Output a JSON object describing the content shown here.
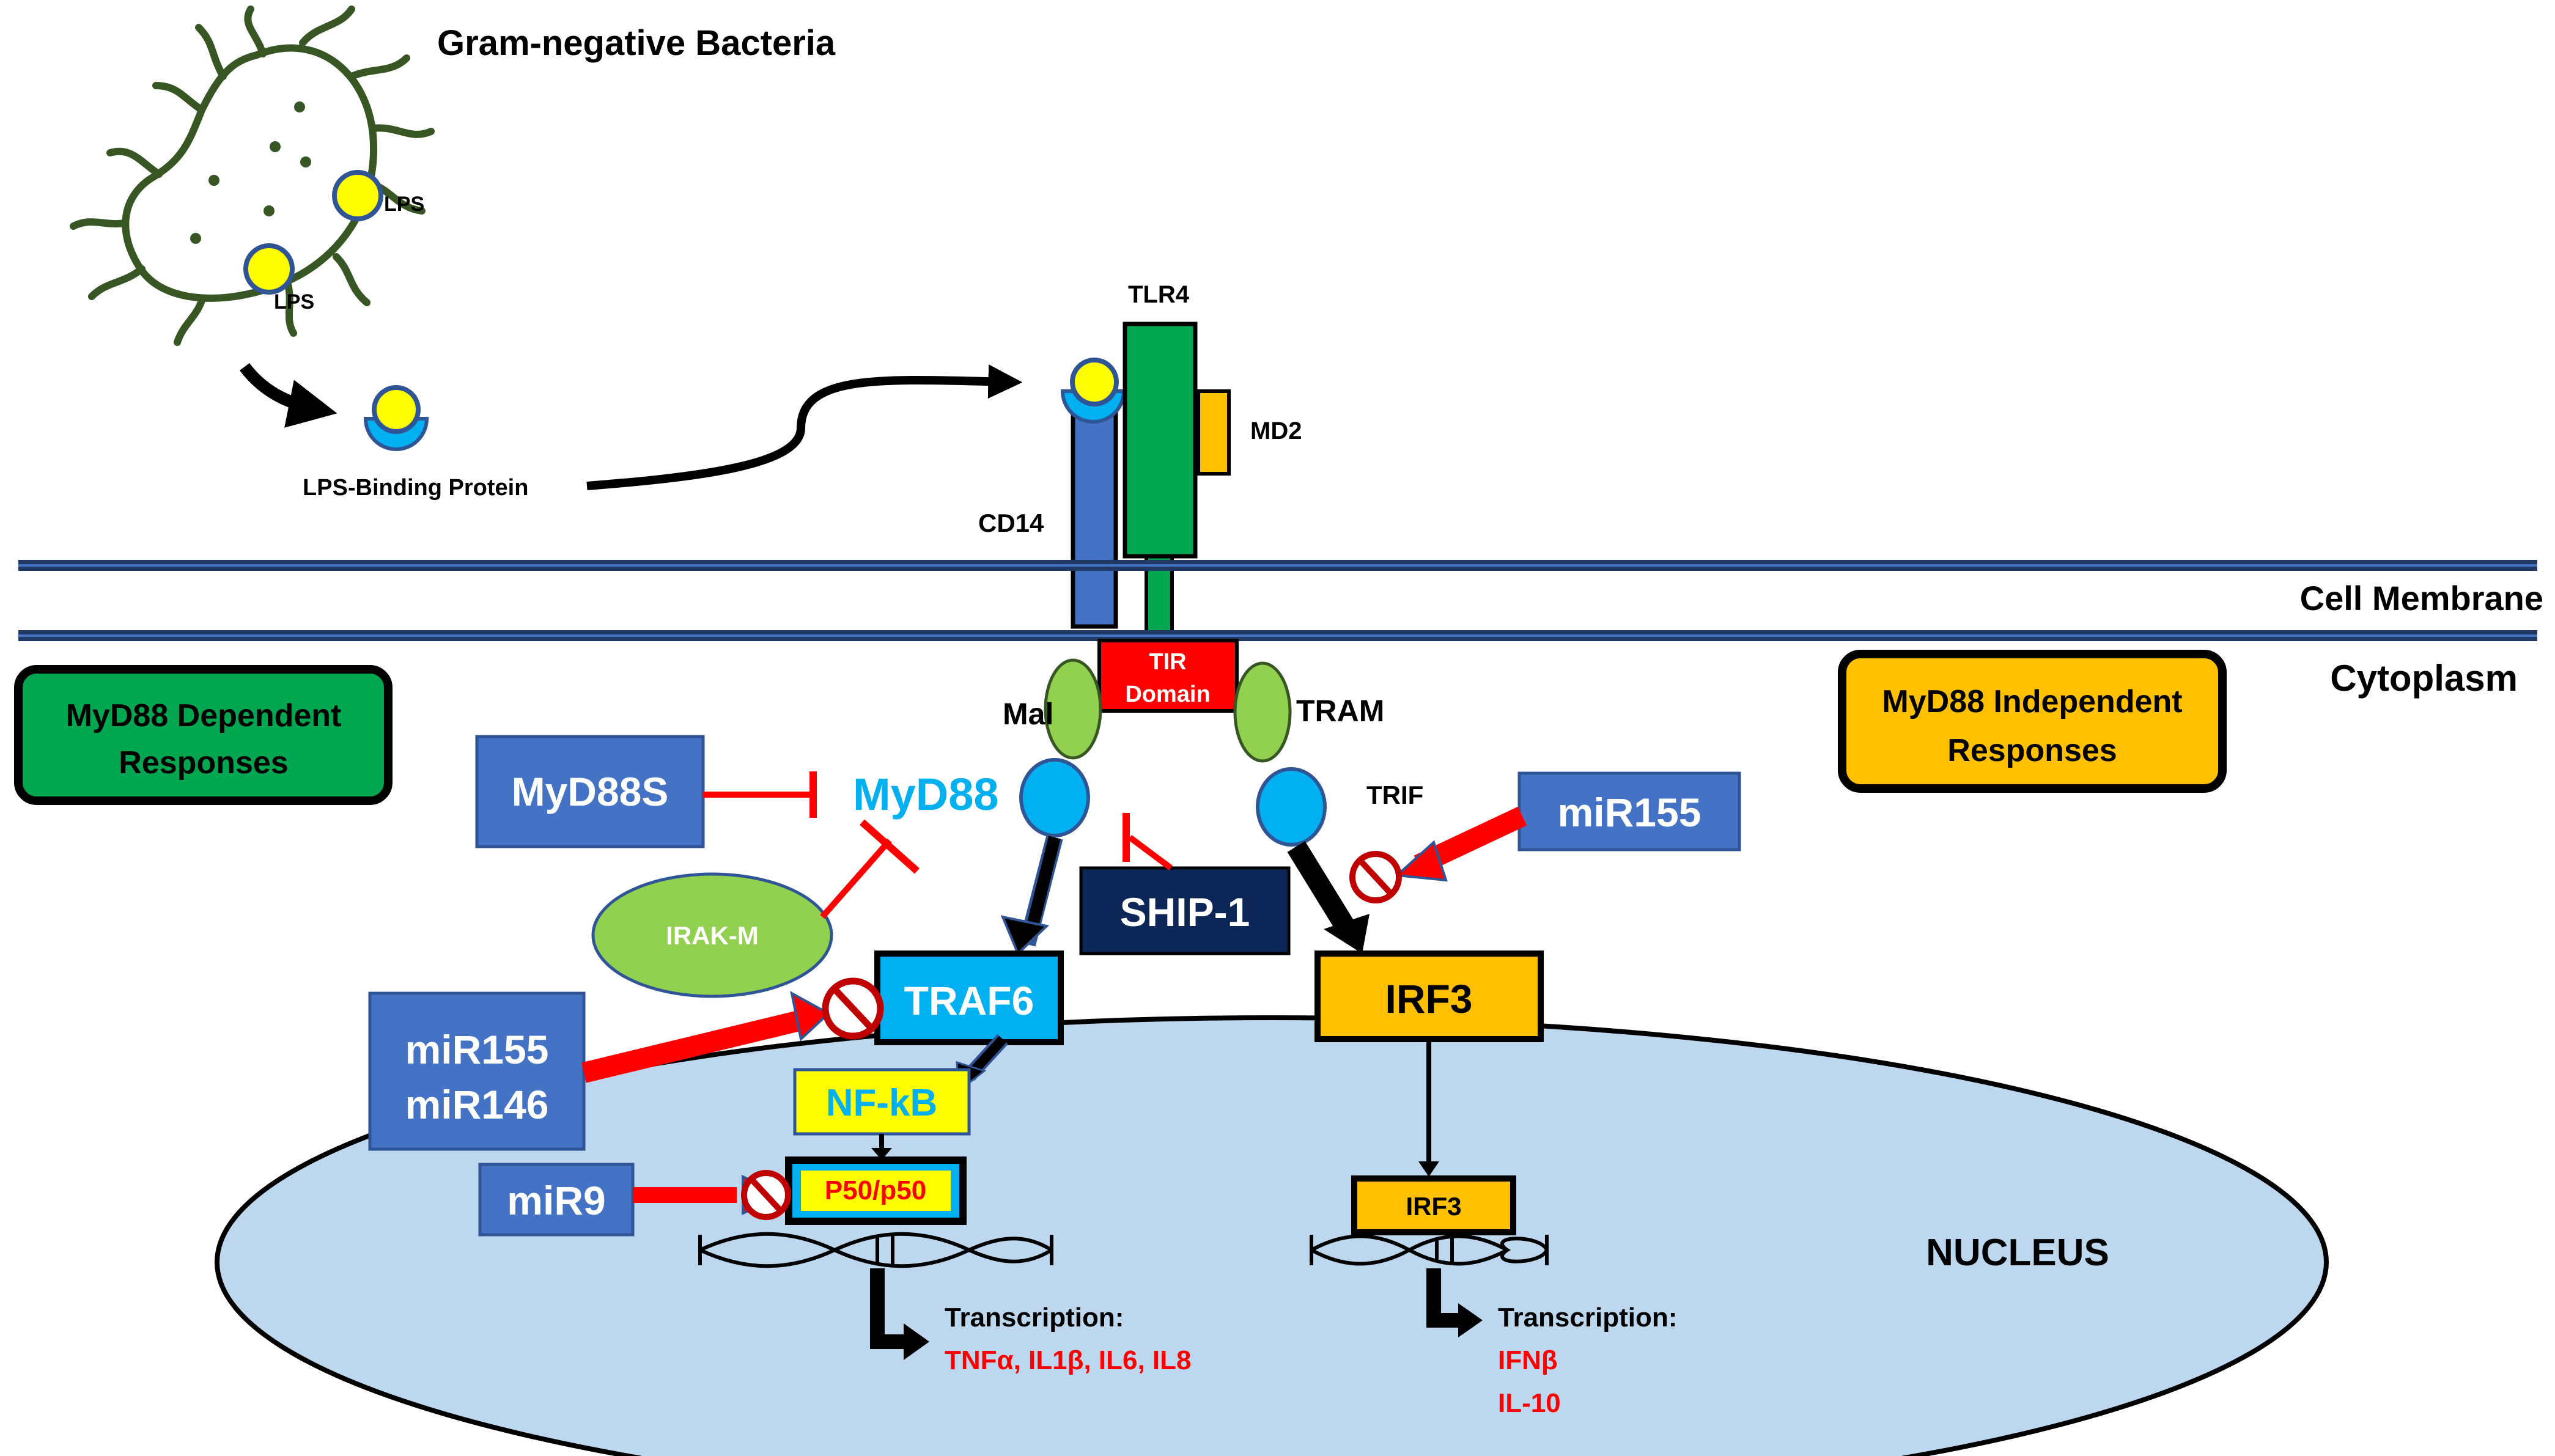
{
  "labels": {
    "title": "Gram-negative Bacteria",
    "lps_a": "LPS",
    "lps_b": "LPS",
    "lbp": "LPS-Binding Protein",
    "tlr4": "TLR4",
    "md2": "MD2",
    "cd14": "CD14",
    "cell_membrane": "Cell Membrane",
    "cytoplasm": "Cytoplasm",
    "tir_line1": "TIR",
    "tir_line2": "Domain",
    "mal": "Mal",
    "tram": "TRAM",
    "trif": "TRIF",
    "myd88_dep_line1": "MyD88 Dependent",
    "myd88_dep_line2": "Responses",
    "myd88_ind_line1": "MyD88 Independent",
    "myd88_ind_line2": "Responses",
    "myd88s": "MyD88S",
    "myd88": "MyD88",
    "irakm": "IRAK-M",
    "ship1": "SHIP-1",
    "mir155_top": "miR155",
    "traf6": "TRAF6",
    "irf3_cyto": "IRF3",
    "mir155_left": "miR155",
    "mir146": "miR146",
    "nfkb": "NF-kB",
    "p50": "P50/p50",
    "mir9": "miR9",
    "irf3_nuc": "IRF3",
    "nucleus": "NUCLEUS",
    "transcription_left": "Transcription:",
    "genes_left": "TNFα, IL1β, IL6, IL8",
    "transcription_right": "Transcription:",
    "genes_right_1": "IFNβ",
    "genes_right_2": "IL-10"
  },
  "colors": {
    "membrane": "#1f3864",
    "blue_box": "#4472c4",
    "navy_box": "#0c2658",
    "green": "#00a650",
    "light_green": "#92d050",
    "gold": "#ffc000",
    "cyan": "#00b0f0",
    "yellow": "#ffff00",
    "red": "#ff0000",
    "nucleus_fill": "#bdd7ee",
    "bacteria_stroke": "#375623",
    "tir_red": "#ff0000",
    "cd14_blue": "#4472c4",
    "lps_yellow": "#ffff00",
    "lbp_blue": "#00b0f0"
  }
}
